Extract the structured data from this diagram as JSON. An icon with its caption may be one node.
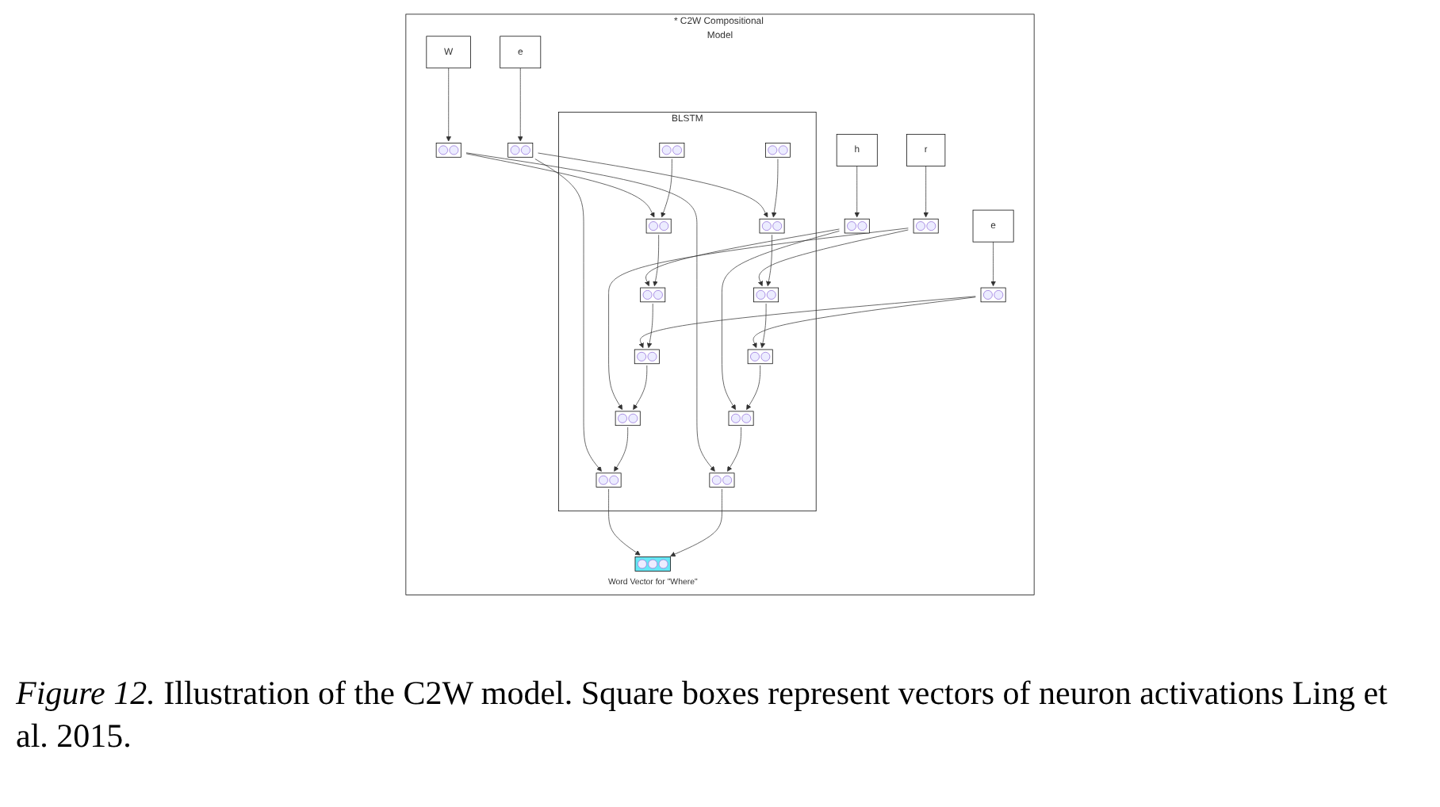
{
  "diagram": {
    "caption": "*Figure 12.* Illustration of the C2W model. Square boxes represent vectors of neuron activations Ling et al. 2015.",
    "nodes": [
      {
        "text": [
          "* C2W Compositional Model"
        ]
      },
      {
        "text": [
          "W"
        ],
        "in": 0
      },
      {
        "text": [
          "h"
        ],
        "in": 0
      },
      {
        "text": [
          "e"
        ],
        "in": 0
      },
      {
        "text": [
          "r"
        ],
        "in": 0
      },
      {
        "text": [
          "e"
        ],
        "in": 0
      },
      {
        "text": [],
        "shape": "box",
        "in": 0
      },
      {
        "text": [],
        "shape": "box",
        "in": 0
      },
      {
        "text": [],
        "shape": "box",
        "in": 0
      },
      {
        "text": [],
        "shape": "box",
        "in": 0
      },
      {
        "text": [],
        "shape": "box",
        "in": 0
      },
      {
        "text": [
          "BLSTM"
        ],
        "in": 0
      },
      {
        "text": [],
        "shape": "box",
        "in": 11
      },
      {
        "text": [],
        "shape": "box",
        "in": 11
      },
      {
        "text": [],
        "shape": "box",
        "in": 11
      },
      {
        "text": [],
        "shape": "box",
        "in": 11
      },
      {
        "text": [],
        "shape": "box",
        "in": 11
      },
      {
        "text": [],
        "shape": "box",
        "in": 11
      },
      {
        "text": [],
        "shape": "box",
        "in": 11
      },
      {
        "text": [],
        "shape": "box",
        "in": 11
      },
      {
        "text": [],
        "shape": "box",
        "in": 11
      },
      {
        "text": [],
        "shape": "box",
        "in": 11
      },
      {
        "text": [],
        "shape": "box",
        "in": 11
      },
      {
        "text": [],
        "shape": "box",
        "in": 11
      },
      {
        "text": [],
        "shape": "box",
        "in": 0,
        "beside": [
          "Word Vector for \"Where\""
        ]
      }
    ],
    "edges": [
      {
        "from": 1,
        "to": 6,
        "arrow": "to"
      },
      {
        "from": 2,
        "to": 7,
        "arrow": "to"
      },
      {
        "from": 3,
        "to": 8,
        "arrow": "to"
      },
      {
        "from": 4,
        "to": 9,
        "arrow": "to"
      },
      {
        "from": 5,
        "to": 10,
        "arrow": "to"
      },
      {
        "from": 6,
        "to": 13,
        "arrow": "to"
      },
      {
        "from": 6,
        "to": 18,
        "arrow": "to"
      },
      {
        "from": 7,
        "to": 14,
        "arrow": "to"
      },
      {
        "from": 7,
        "to": 19,
        "arrow": "to"
      },
      {
        "from": 8,
        "to": 15,
        "arrow": "to"
      },
      {
        "from": 8,
        "to": 20,
        "arrow": "to"
      },
      {
        "from": 9,
        "to": 16,
        "arrow": "to"
      },
      {
        "from": 9,
        "to": 21,
        "arrow": "to"
      },
      {
        "from": 10,
        "to": 17,
        "arrow": "to"
      },
      {
        "from": 10,
        "to": 22,
        "arrow": "to"
      },
      {
        "from": 12,
        "to": 13,
        "arrow": "to"
      },
      {
        "from": 13,
        "to": 14,
        "arrow": "to"
      },
      {
        "from": 14,
        "to": 15,
        "arrow": "to"
      },
      {
        "from": 15,
        "to": 16,
        "arrow": "to"
      },
      {
        "from": 16,
        "to": 17,
        "arrow": "to"
      },
      {
        "from": 23,
        "to": 22,
        "arrow": "to"
      },
      {
        "from": 22,
        "to": 21,
        "arrow": "to"
      },
      {
        "from": 21,
        "to": 20,
        "arrow": "to"
      },
      {
        "from": 20,
        "to": 19,
        "arrow": "to"
      },
      {
        "from": 19,
        "to": 18,
        "arrow": "to"
      },
      {
        "from": 17,
        "to": 24,
        "arrow": "to"
      },
      {
        "from": 18,
        "to": 24,
        "arrow": "to"
      }
    ]
  }
}
